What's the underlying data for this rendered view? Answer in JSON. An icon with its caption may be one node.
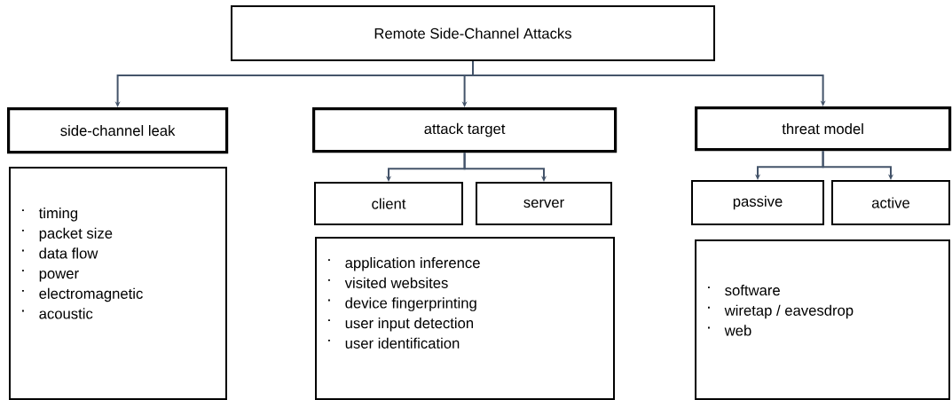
{
  "diagram": {
    "nodes": [
      {
        "text": [
          "Remote Side-Channel Attacks"
        ]
      },
      {
        "text": [
          "side-channel leak"
        ]
      },
      {
        "text": [
          "attack target"
        ]
      },
      {
        "text": [
          "threat model"
        ]
      },
      {
        "text": [
          "client"
        ]
      },
      {
        "text": [
          "server"
        ]
      },
      {
        "text": [
          "passive"
        ]
      },
      {
        "text": [
          "active"
        ]
      },
      {
        "text": [
          "timing",
          "packet size",
          "data flow",
          "power",
          "electromagnetic",
          "acoustic"
        ]
      },
      {
        "text": [
          "application inference",
          "visited websites",
          "device fingerprinting",
          "user input detection",
          "user identification"
        ]
      },
      {
        "text": [
          "software",
          "wiretap / eavesdrop",
          "web"
        ]
      }
    ],
    "edges": [
      {
        "from": 0,
        "to": 1,
        "arrow": "to"
      },
      {
        "from": 0,
        "to": 2,
        "arrow": "to"
      },
      {
        "from": 0,
        "to": 3,
        "arrow": "to"
      },
      {
        "from": 2,
        "to": 4,
        "arrow": "to"
      },
      {
        "from": 2,
        "to": 5,
        "arrow": "to"
      },
      {
        "from": 3,
        "to": 6,
        "arrow": "to"
      },
      {
        "from": 3,
        "to": 7,
        "arrow": "to"
      }
    ]
  }
}
